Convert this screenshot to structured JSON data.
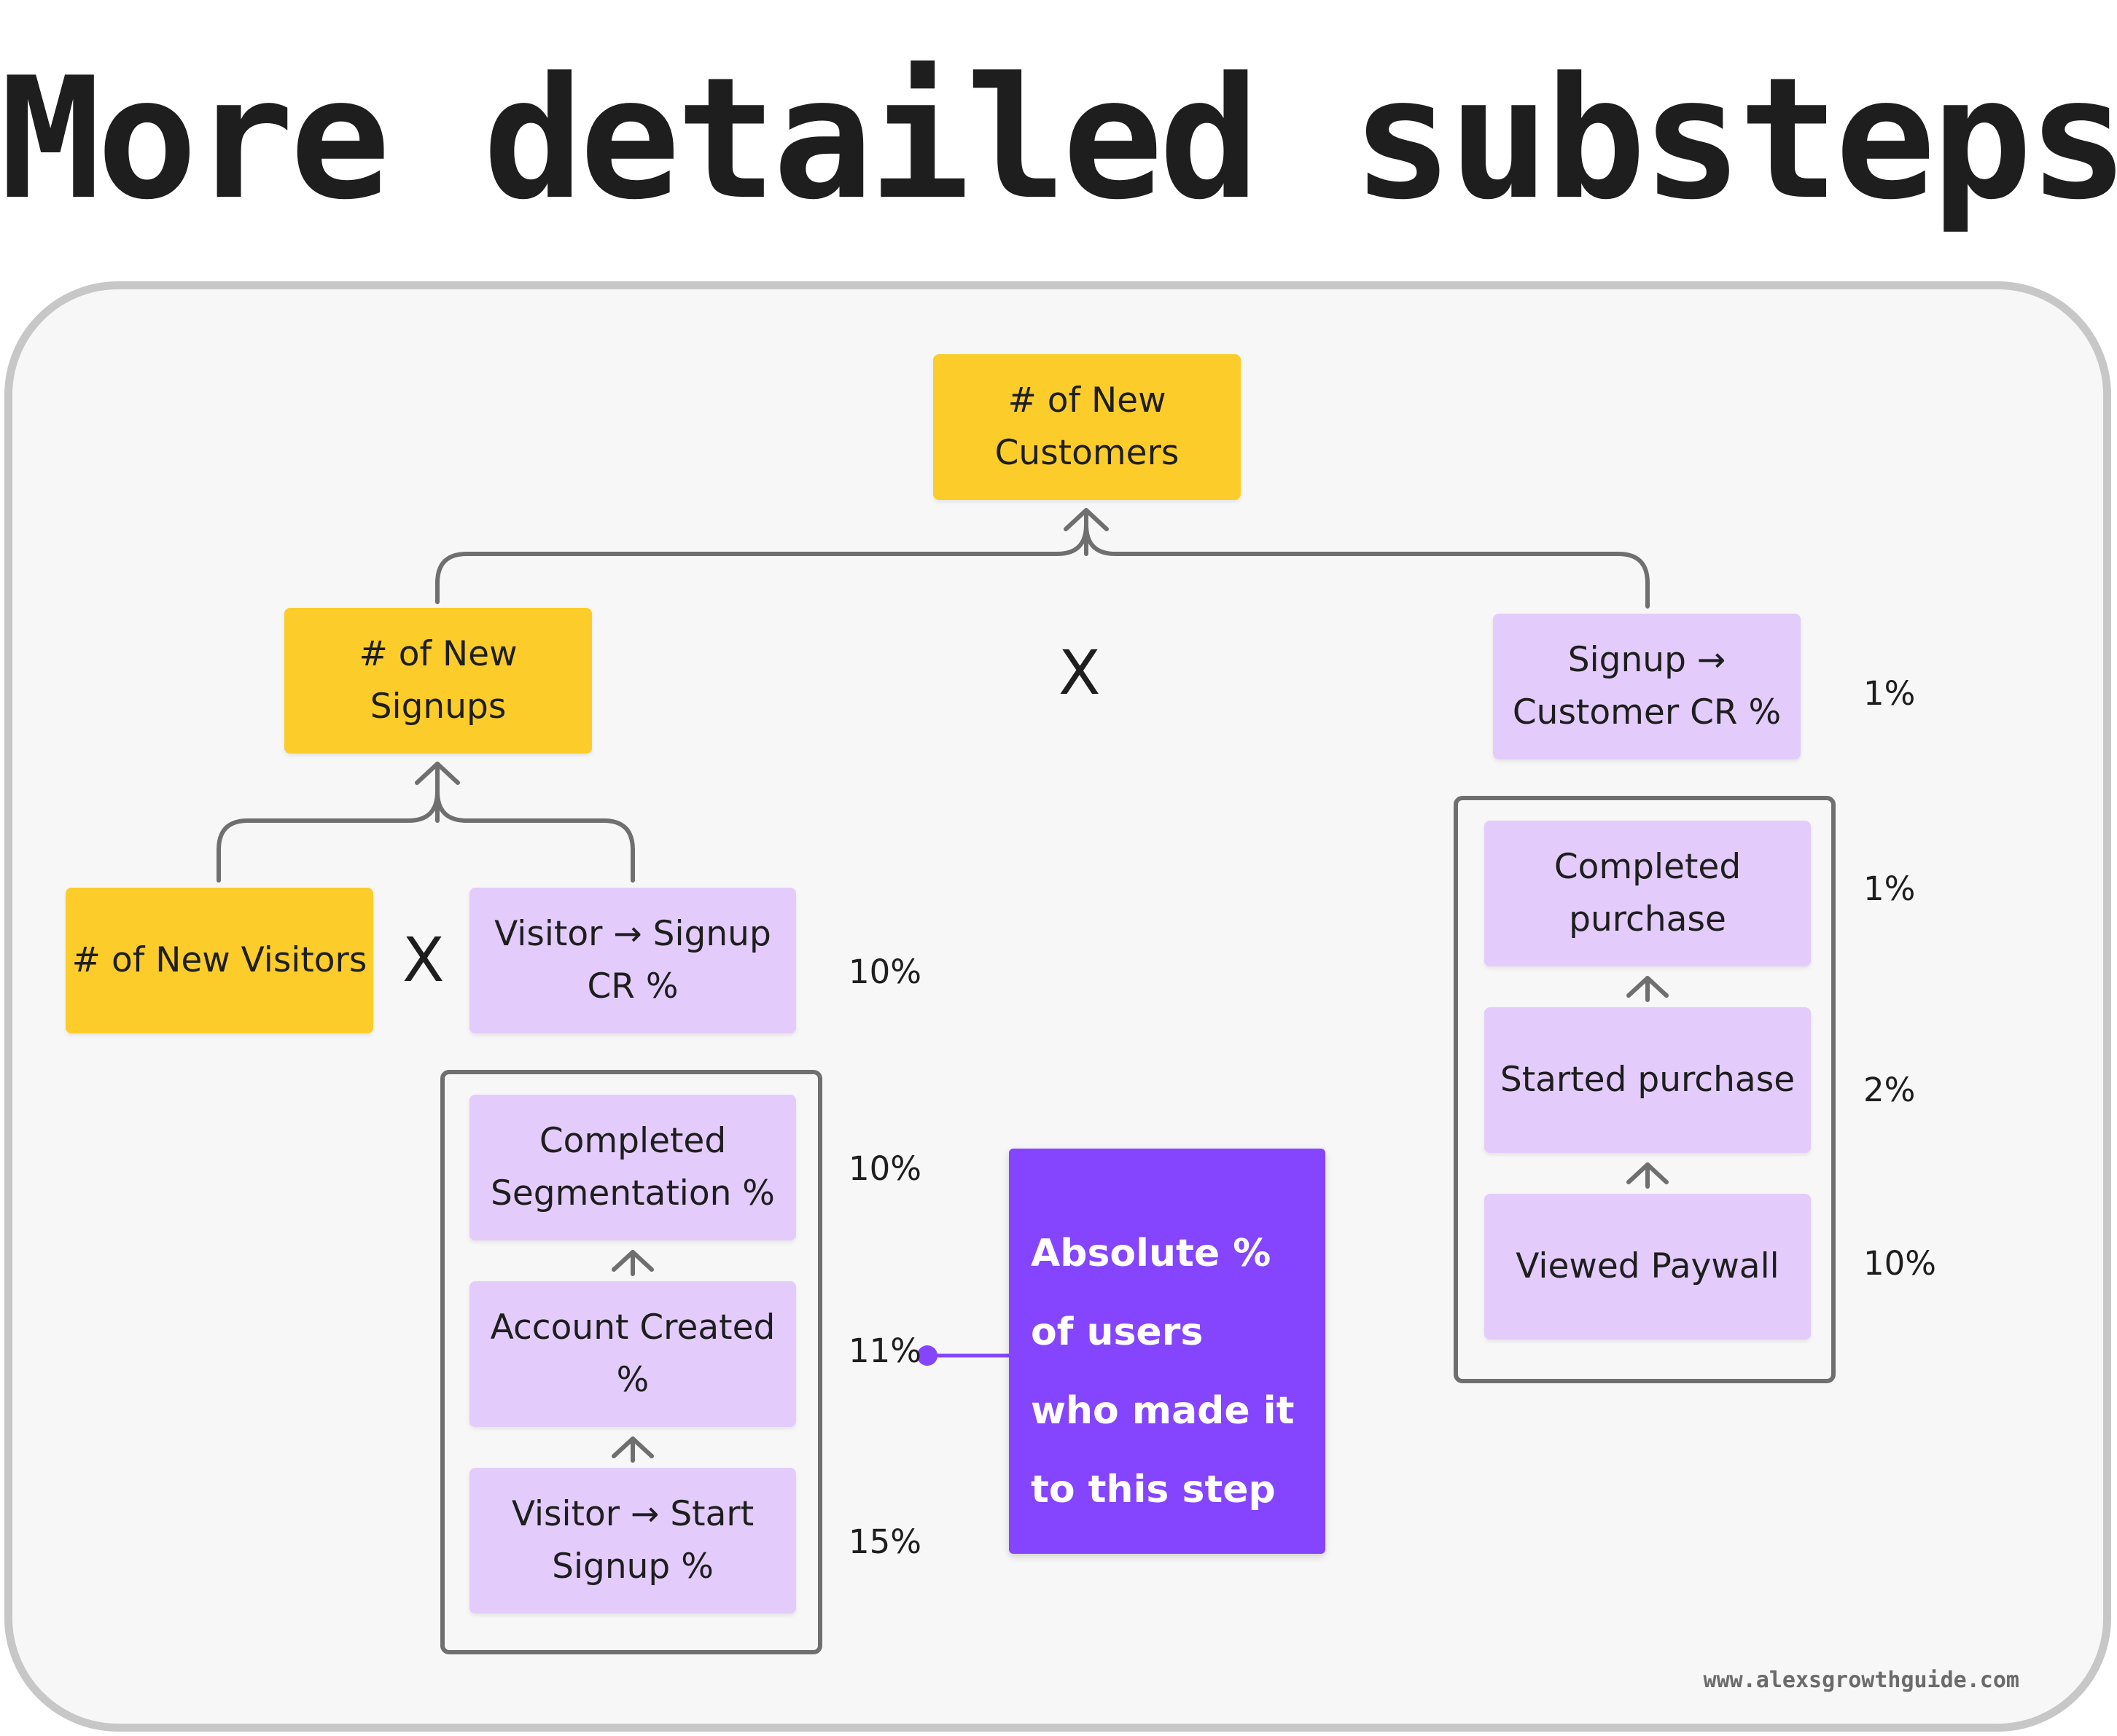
{
  "title": "More detailed substeps",
  "nodes": {
    "new_customers": "# of New Customers",
    "new_signups": "# of New Signups",
    "signup_customer_cr": "Signup → Customer CR %",
    "new_visitors": "# of New Visitors",
    "visitor_signup_cr": "Visitor → Signup CR %",
    "completed_segmentation": "Completed Segmentation %",
    "account_created": "Account Created %",
    "visitor_start_signup": "Visitor → Start Signup %",
    "completed_purchase": "Completed purchase",
    "started_purchase": "Started purchase",
    "viewed_paywall": "Viewed Paywall"
  },
  "operators": {
    "top_multiply": "X",
    "left_multiply": "X"
  },
  "percentages": {
    "signup_customer_cr": "1%",
    "visitor_signup_cr": "10%",
    "completed_segmentation": "10%",
    "account_created": "11%",
    "visitor_start_signup": "15%",
    "completed_purchase": "1%",
    "started_purchase": "2%",
    "viewed_paywall": "10%"
  },
  "annotation": {
    "text": "Absolute % of users who made it to this step"
  },
  "footer": "www.alexsgrowthguide.com",
  "colors": {
    "yellow": "#fccd2a",
    "lavender": "#e3ccfb",
    "violet": "#8545fe",
    "connector": "#6f6f6f",
    "panel": "#f7f7f7",
    "panel_border": "#c7c7c7"
  }
}
